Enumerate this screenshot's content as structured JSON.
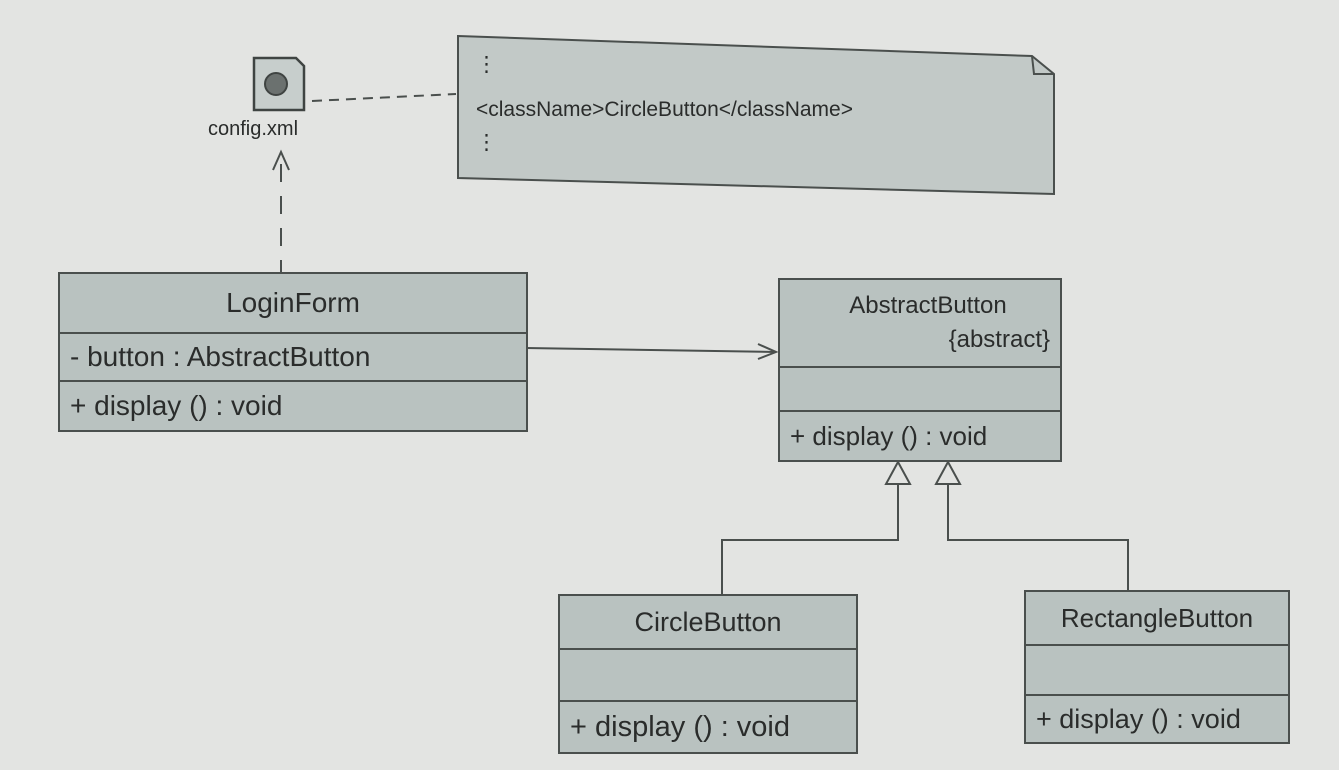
{
  "artifact": {
    "label": "config.xml",
    "icon": "xml-file-icon"
  },
  "note": {
    "lines": [
      "⋮",
      "<className>CircleButton</className>",
      "⋮"
    ]
  },
  "classes": {
    "login_form": {
      "name": "LoginForm",
      "attribute": "-  button  : AbstractButton",
      "operation": "+  display ()  : void"
    },
    "abstract_button": {
      "name": "AbstractButton",
      "stereotype": "{abstract}",
      "attribute": "",
      "operation": "+ display () : void"
    },
    "circle_button": {
      "name": "CircleButton",
      "attribute": "",
      "operation": "+  display ()  : void"
    },
    "rectangle_button": {
      "name": "RectangleButton",
      "attribute": "",
      "operation": "+  display ()  : void"
    }
  },
  "colors": {
    "background": "#e3e4e2",
    "class_fill": "#b9c2c0",
    "note_fill": "#c2c9c7",
    "line": "#4a4f4d"
  }
}
